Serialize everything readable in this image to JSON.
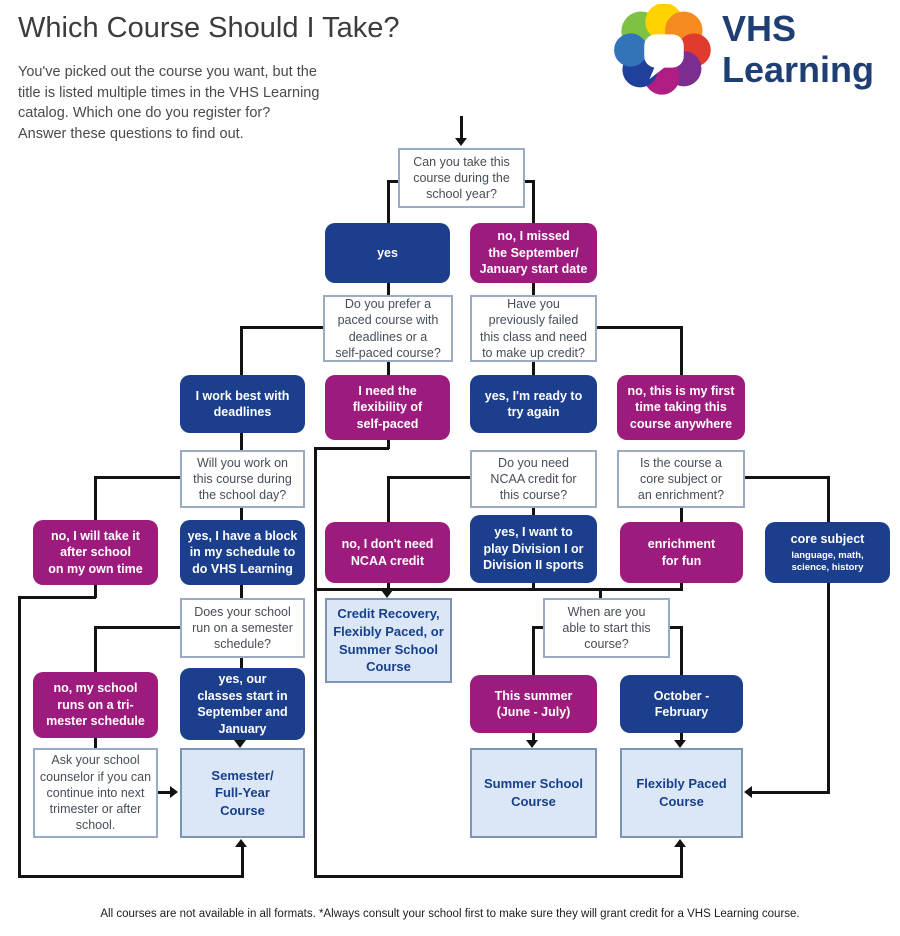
{
  "header": {
    "title": "Which Course Should I Take?",
    "intro": "You've picked out the course you want, but the\ntitle is listed multiple times in the VHS Learning\ncatalog. Which one do you register for?\nAnswer these questions to find out.",
    "brand": {
      "line1": "VHS",
      "line2": "Learning"
    }
  },
  "colors": {
    "blue": "#1b3e8d",
    "magenta": "#9e1b7e",
    "result_bg": "#dbe7f7",
    "result_border": "#7d94b5",
    "result_text": "#17408b",
    "question_border": "#9aabc2",
    "connector": "#121212",
    "brand_navy": "#1f3e73"
  },
  "flowchart": {
    "nodes": [
      {
        "id": "q-can-take",
        "text": "Can you take this\ncourse during the\nschool year?"
      },
      {
        "id": "a-yes",
        "text": "yes"
      },
      {
        "id": "a-no-missed",
        "text": "no, I missed\nthe September/\nJanuary start date"
      },
      {
        "id": "q-prefer",
        "text": "Do you prefer a\npaced course with\ndeadlines or a\nself-paced course?"
      },
      {
        "id": "q-failed",
        "text": "Have you\npreviously failed\nthis class and need\nto make up credit?"
      },
      {
        "id": "a-deadlines",
        "text": "I work best with\ndeadlines"
      },
      {
        "id": "a-flexibility",
        "text": "I need the\nflexibility of\nself-paced"
      },
      {
        "id": "a-try-again",
        "text": "yes, I'm ready to\ntry again"
      },
      {
        "id": "a-first-time",
        "text": "no, this is my first\ntime taking this\ncourse anywhere"
      },
      {
        "id": "q-school-day",
        "text": "Will you work on\nthis course during\nthe school day?"
      },
      {
        "id": "q-ncaa",
        "text": "Do you need\nNCAA credit for\nthis course?"
      },
      {
        "id": "q-core",
        "text": "Is the course a\ncore subject or\nan enrichment?"
      },
      {
        "id": "a-after-school",
        "text": "no, I will take it\nafter school\non my own time"
      },
      {
        "id": "a-block",
        "text": "yes, I have a block\nin my schedule to\ndo VHS Learning"
      },
      {
        "id": "a-no-ncaa",
        "text": "no, I don't need\nNCAA credit"
      },
      {
        "id": "a-division",
        "text": "yes, I want to\nplay Division I or\nDivision II sports"
      },
      {
        "id": "a-enrichment",
        "text": "enrichment\nfor fun"
      },
      {
        "id": "a-core-subject",
        "text": "core subject",
        "subtext": "language, math,\nscience, history"
      },
      {
        "id": "q-semester",
        "text": "Does your school\nrun on a semester\nschedule?"
      },
      {
        "id": "r-credit-recovery",
        "text": "Credit Recovery,\nFlexibly Paced, or\nSummer School\nCourse"
      },
      {
        "id": "q-when-start",
        "text": "When are you\nable to start this\ncourse?"
      },
      {
        "id": "a-trimester",
        "text": "no, my school\nruns on a tri-\nmester schedule"
      },
      {
        "id": "a-sep-jan",
        "text": "yes, our\nclasses start in\nSeptember and\nJanuary"
      },
      {
        "id": "a-this-summer",
        "text": "This summer\n(June - July)"
      },
      {
        "id": "a-oct-feb",
        "text": "October -\nFebruary"
      },
      {
        "id": "q-counselor",
        "text": "Ask your school\ncounselor if you can\ncontinue into next\ntrimester or after\nschool."
      },
      {
        "id": "r-semester-full-year",
        "text": "Semester/\nFull-Year\nCourse"
      },
      {
        "id": "r-summer-school",
        "text": "Summer School\nCourse"
      },
      {
        "id": "r-flexibly-paced",
        "text": "Flexibly Paced\nCourse"
      }
    ]
  },
  "footer": {
    "note": "All courses are not available in all formats. *Always consult your school first to make sure they will grant credit for a VHS Learning course."
  }
}
